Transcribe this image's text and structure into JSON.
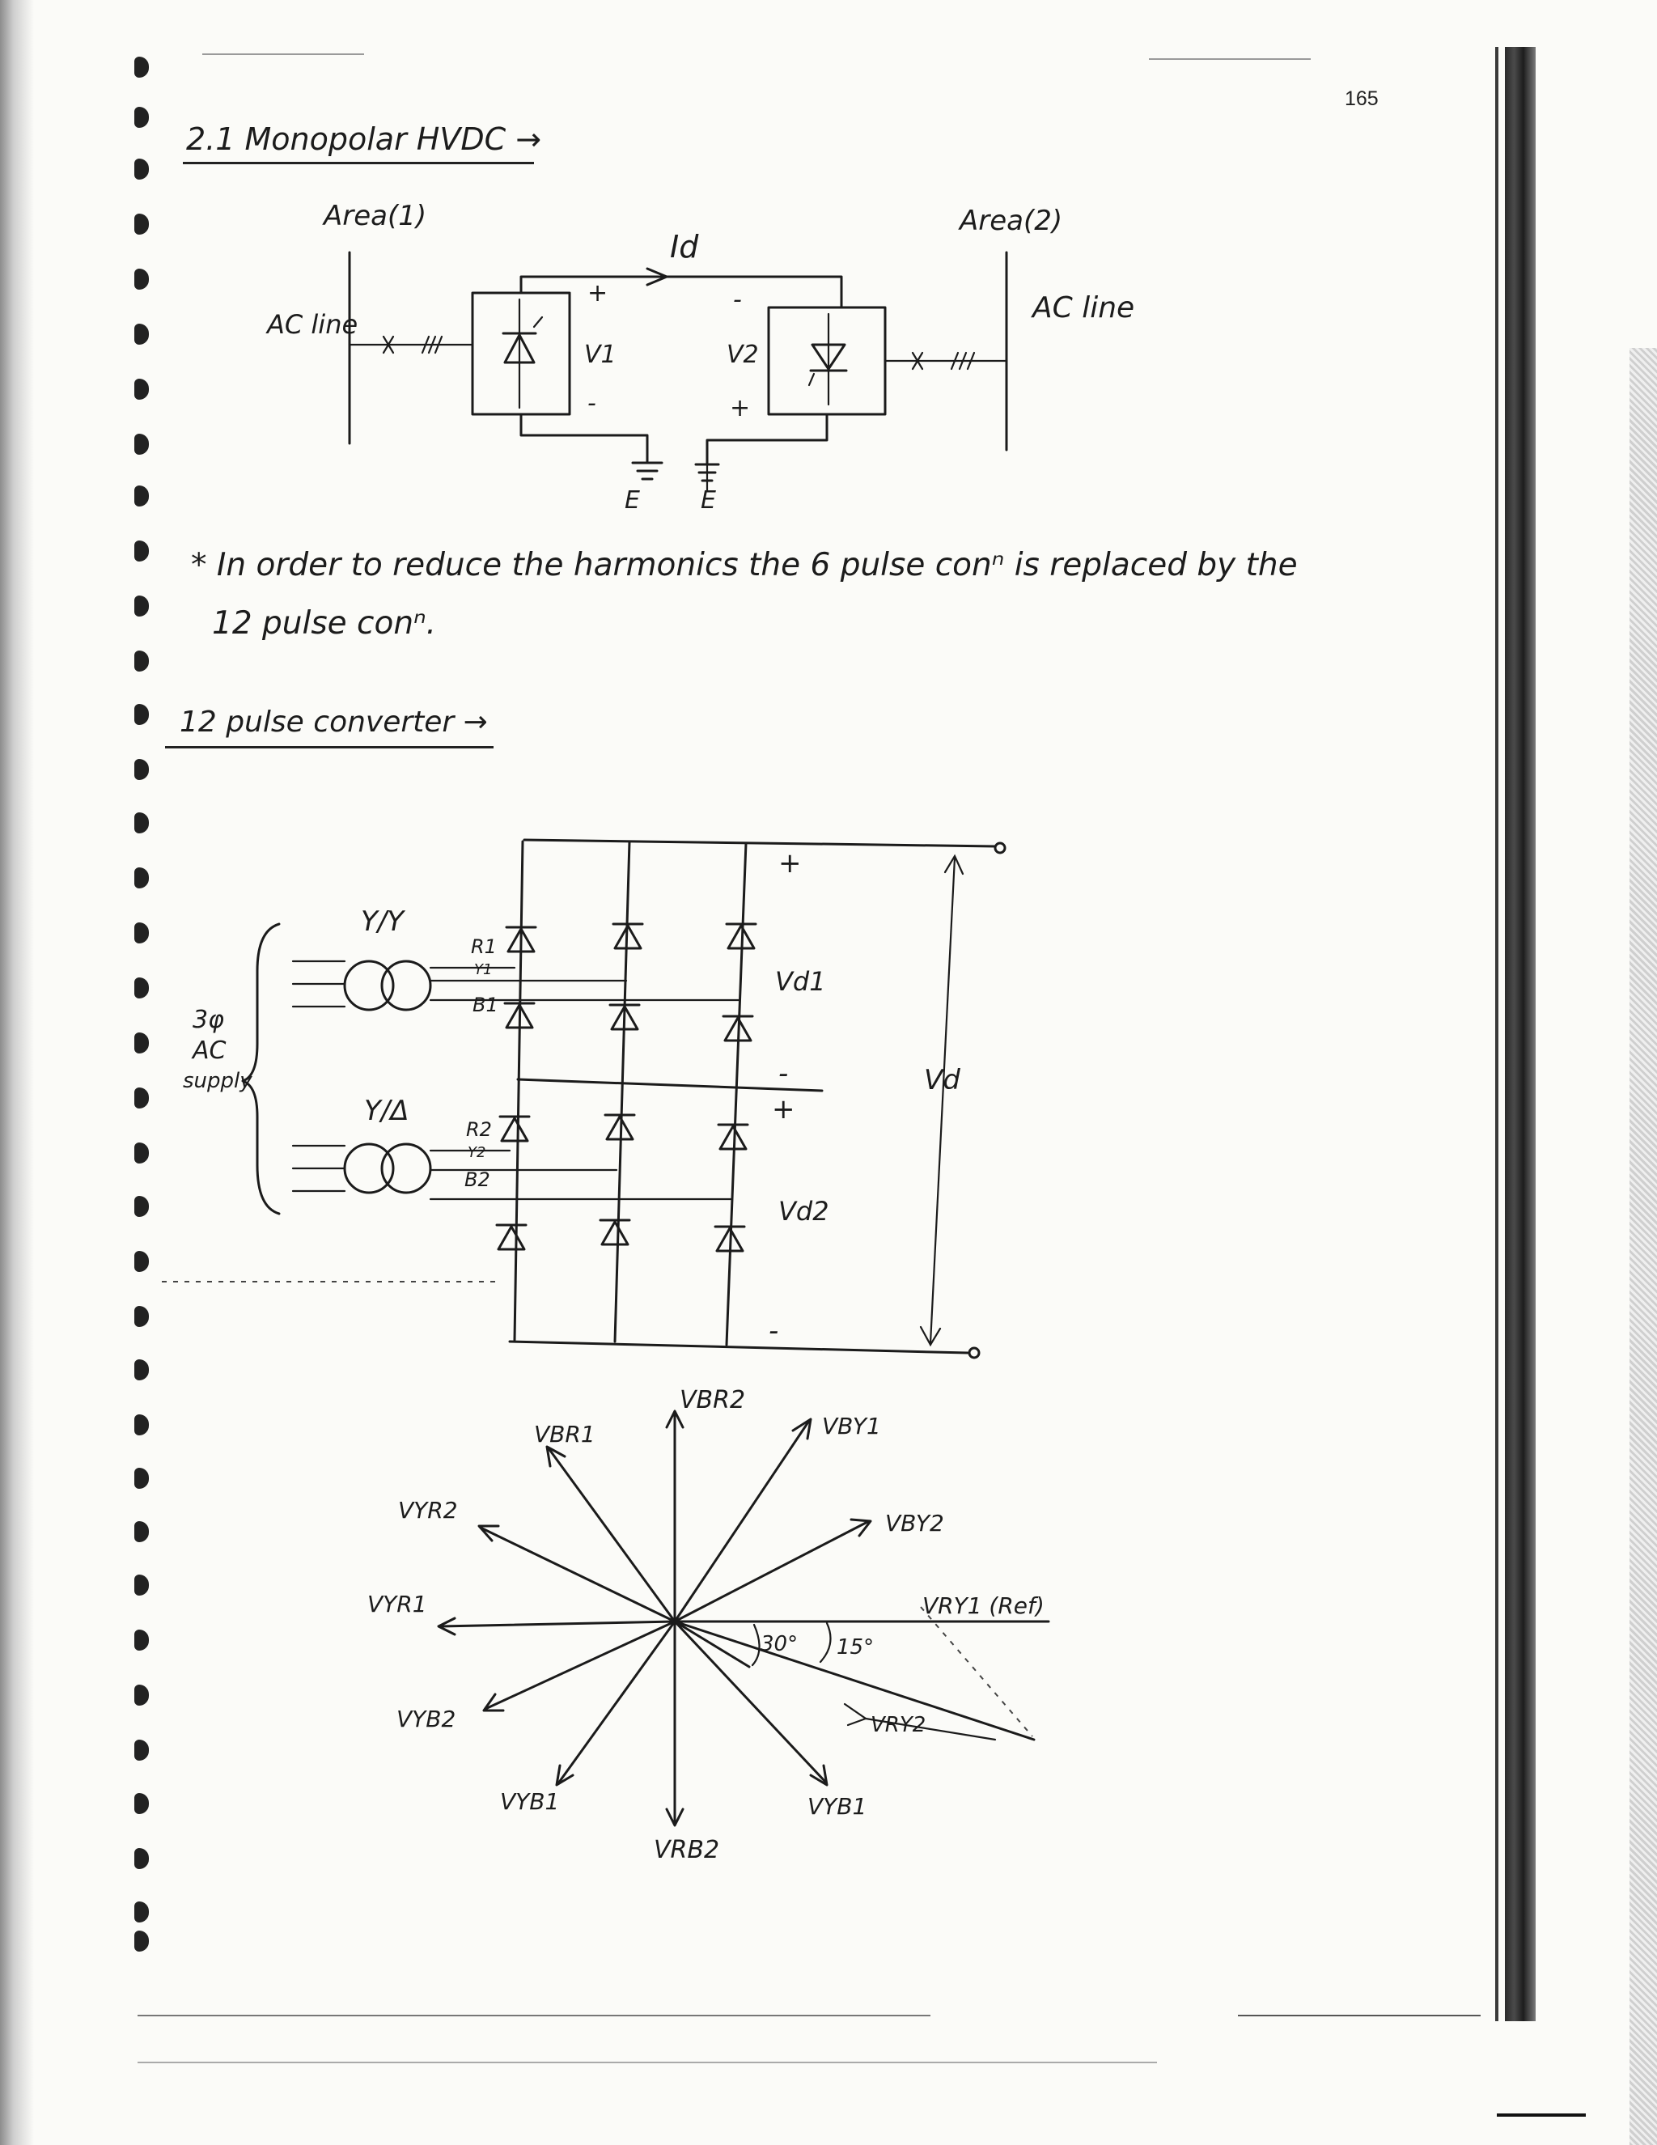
{
  "page_number": "165",
  "section1": {
    "heading": "2.1 Monopolar HVDC →",
    "area1": "Area(1)",
    "area2": "Area(2)",
    "current": "Id",
    "ac_line_left": "AC line",
    "ac_line_right": "AC line",
    "v1": "V1",
    "v2": "V2",
    "plus": "+",
    "minus": "-",
    "earth": "E",
    "transmission_marks": "×  ///"
  },
  "note": {
    "bullet": "*",
    "line1": "In order to reduce the harmonics the 6 pulse conⁿ is replaced by the",
    "line2": "12 pulse conⁿ."
  },
  "section2": {
    "heading": "12 pulse converter →",
    "transformer1": "Y/Y",
    "transformer2": "Y/Δ",
    "supply": [
      "3φ",
      "AC",
      "supply"
    ],
    "phase_labels_top": [
      "R1",
      "Y1",
      "B1"
    ],
    "phase_labels_bottom": [
      "R2",
      "Y2",
      "B2"
    ],
    "vd1": "Vd1",
    "vd2": "Vd2",
    "vd": "Vd",
    "plus": "+",
    "minus": "-"
  },
  "phasor": {
    "labels": {
      "vbr2": "VBR2",
      "vbr1": "VBR1",
      "vby1": "VBY1",
      "vyr2": "VYR2",
      "vby2": "VBY2",
      "vyr1": "VYR1",
      "vry1": "VRY1 (Ref)",
      "vyb2": "VYB2",
      "vry2": "VRY2",
      "vyb1_left": "VYB1",
      "vyb1_right": "VYB1",
      "vrb2": "VRB2"
    },
    "angle1": "30°",
    "angle2": "15°"
  },
  "colors": {
    "ink": "#1b1b1b",
    "paper": "#fbfbf8",
    "binding": "#2a2a2a"
  }
}
